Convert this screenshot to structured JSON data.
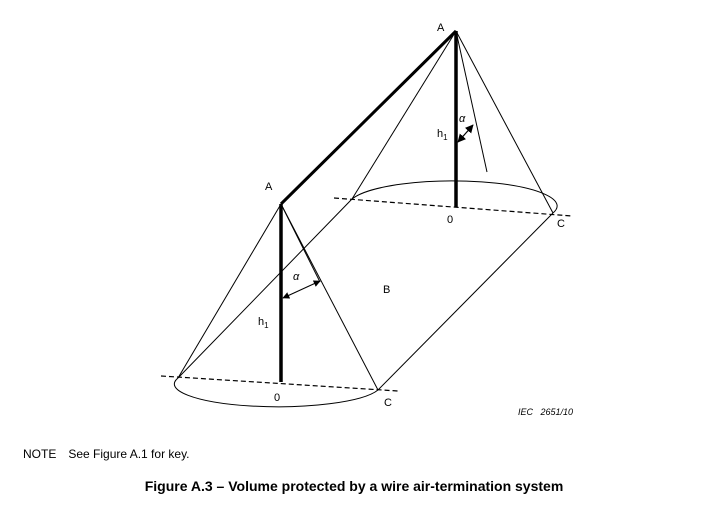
{
  "figure": {
    "labels": {
      "apex_right": "A",
      "apex_left": "A",
      "alpha_right": "α",
      "alpha_left": "α",
      "h1_right": "h",
      "h1_left": "h",
      "h1_subscript": "1",
      "base_right": "0",
      "base_left": "0",
      "corner_right": "C",
      "corner_left": "C",
      "volume": "B"
    },
    "source_tag": "IEC   2651/10"
  },
  "note": {
    "label": "NOTE",
    "text": "See Figure A.1 for key."
  },
  "caption": "Figure A.3 – Volume protected by a wire air-termination system"
}
